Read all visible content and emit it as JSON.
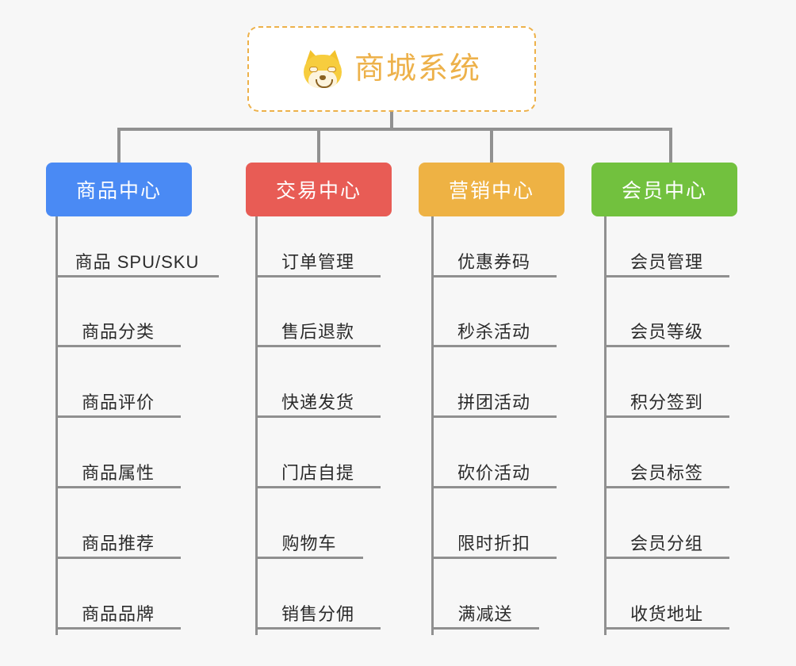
{
  "diagram": {
    "type": "org-chart",
    "background_color": "#f7f7f7",
    "connector_color": "#909090",
    "root": {
      "title": "商城系统",
      "icon": "shiba-dog-face-icon",
      "border_color": "#edb14a",
      "text_color": "#edb14a",
      "fill_color": "#ffffff"
    },
    "branches": [
      {
        "id": "product-center",
        "label": "商品中心",
        "color": "#4a8af4",
        "items": [
          "商品 SPU/SKU",
          "商品分类",
          "商品评价",
          "商品属性",
          "商品推荐",
          "商品品牌"
        ]
      },
      {
        "id": "trade-center",
        "label": "交易中心",
        "color": "#e85c55",
        "items": [
          "订单管理",
          "售后退款",
          "快递发货",
          "门店自提",
          "购物车",
          "销售分佣"
        ]
      },
      {
        "id": "marketing-center",
        "label": "营销中心",
        "color": "#eeb244",
        "items": [
          "优惠券码",
          "秒杀活动",
          "拼团活动",
          "砍价活动",
          "限时折扣",
          "满减送"
        ]
      },
      {
        "id": "member-center",
        "label": "会员中心",
        "color": "#72c13e",
        "items": [
          "会员管理",
          "会员等级",
          "积分签到",
          "会员标签",
          "会员分组",
          "收货地址"
        ]
      }
    ]
  }
}
